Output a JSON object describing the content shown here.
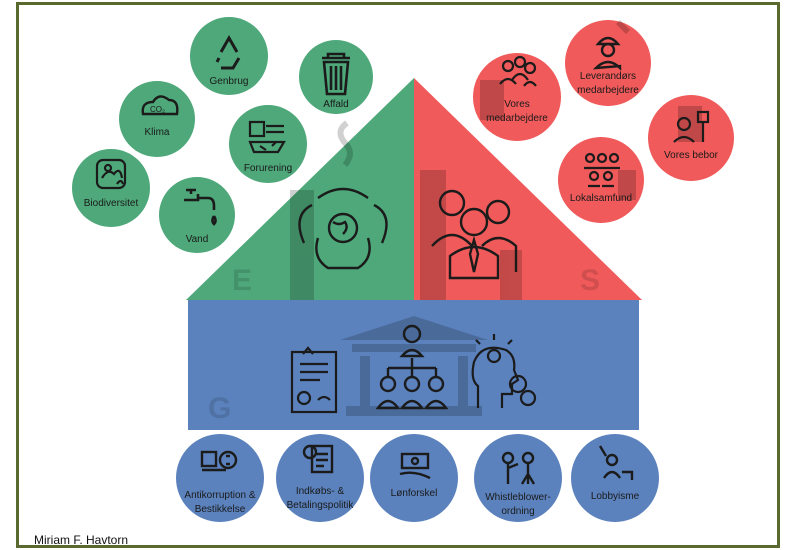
{
  "pillars": {
    "e_letter": "E",
    "s_letter": "S",
    "g_letter": "G"
  },
  "colors": {
    "green": "#4ea87a",
    "red": "#f05a5a",
    "blue": "#5b82bd",
    "frame": "#5a6a2e"
  },
  "environment_items": [
    {
      "label": "Genbrug",
      "icon": "recycle-icon"
    },
    {
      "label": "Affald",
      "icon": "trash-bin-icon"
    },
    {
      "label": "Klima",
      "icon": "co2-cloud-icon"
    },
    {
      "label": "Forurening",
      "icon": "pollution-icon"
    },
    {
      "label": "Biodiversitet",
      "icon": "biodiversity-icon"
    },
    {
      "label": "Vand",
      "icon": "water-tap-icon"
    }
  ],
  "social_items": [
    {
      "label_line1": "Vores",
      "label_line2": "medarbejdere",
      "icon": "employees-icon"
    },
    {
      "label_line1": "Leverandørs",
      "label_line2": "medarbejdere",
      "icon": "supplier-worker-icon"
    },
    {
      "label_line1": "Vores bebor",
      "label_line2": "",
      "icon": "residents-icon"
    },
    {
      "label_line1": "Lokalsamfund",
      "label_line2": "",
      "icon": "community-icon"
    }
  ],
  "governance_items": [
    {
      "label_line1": "Antikorruption &",
      "label_line2": "Bestikkelse",
      "icon": "anti-bribery-icon"
    },
    {
      "label_line1": "Indkøbs- &",
      "label_line2": "Betalingspolitik",
      "icon": "procurement-policy-icon"
    },
    {
      "label_line1": "Lønforskel",
      "label_line2": "",
      "icon": "pay-gap-icon"
    },
    {
      "label_line1": "Whistleblower-",
      "label_line2": "ordning",
      "icon": "whistleblower-icon"
    },
    {
      "label_line1": "Lobbyisme",
      "label_line2": "",
      "icon": "lobbyism-icon"
    }
  ],
  "author": "Miriam F. Havtorn"
}
